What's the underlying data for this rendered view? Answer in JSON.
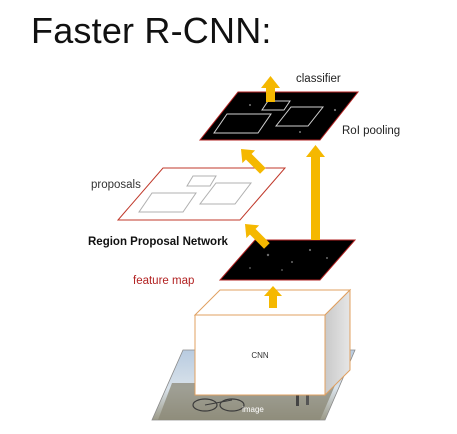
{
  "title": "Faster R-CNN:",
  "labels": {
    "classifier": "classifier",
    "roi_pooling": "RoI pooling",
    "proposals": "proposals",
    "rpn": "Region Proposal Network",
    "feature_map": "feature map",
    "cnn": "CNN",
    "image": "image"
  },
  "colors": {
    "arrow": "#f5b800",
    "feature_map_label": "#b22222",
    "proposal_border": "#c0392b",
    "cnn_border": "#e0a060",
    "map_fill": "#000000"
  }
}
